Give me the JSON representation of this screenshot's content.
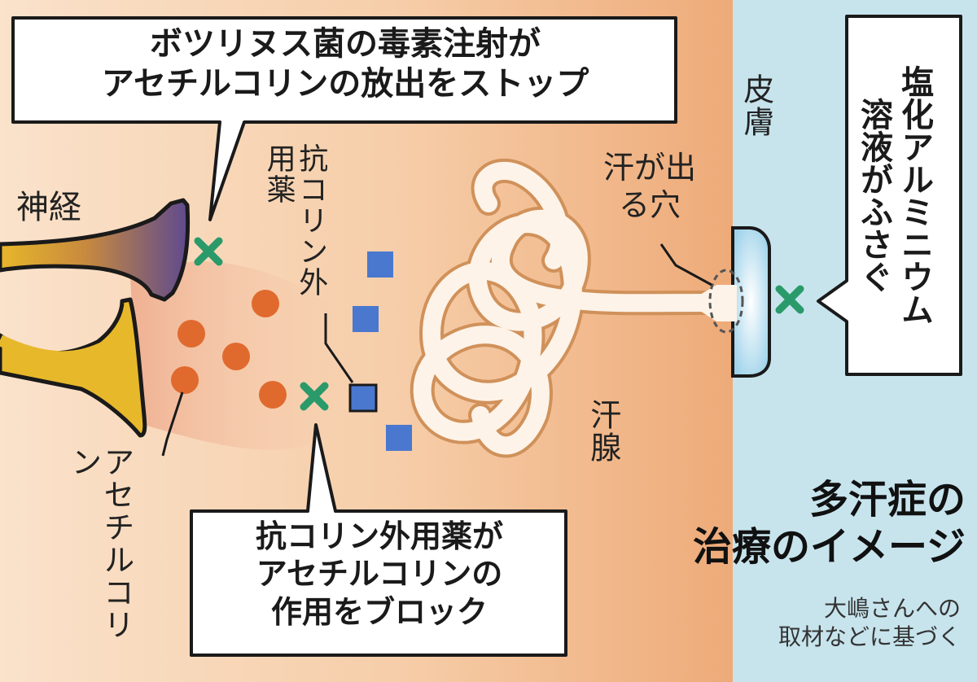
{
  "callouts": {
    "botox": [
      "ボツリヌス菌の毒素注射が",
      "アセチルコリンの放出をストップ"
    ],
    "topical": [
      "抗コリン外用薬が",
      "アセチルコリンの",
      "作用をブロック"
    ],
    "aluminum": [
      "塩化アルミニウム",
      "溶液がふさぐ"
    ]
  },
  "labels": {
    "nerve": "神経",
    "acetylcholine": "アセチルコリン",
    "anticholinergic": "抗コリン外用薬",
    "skin": "皮膚",
    "sweat_pore": "汗が出る穴",
    "sweat_gland": "汗腺"
  },
  "title": [
    "多汗症の",
    "治療のイメージ"
  ],
  "source": [
    "大嶋さんへの",
    "取材などに基づく"
  ],
  "colors": {
    "tissue_light": "#f9dcc0",
    "tissue_dark": "#efae7e",
    "skin_surface": "#c5e3ec",
    "nerve_gold": "#e9b82b",
    "nerve_purple": "#6a4c8e",
    "acetylcholine_dot": "#e06a2e",
    "drug_square": "#4a78cf",
    "block_x": "#2a9a6a"
  },
  "icons": [
    "green-x-block-mark",
    "blue-square-drug-molecule",
    "orange-dot-acetylcholine"
  ]
}
